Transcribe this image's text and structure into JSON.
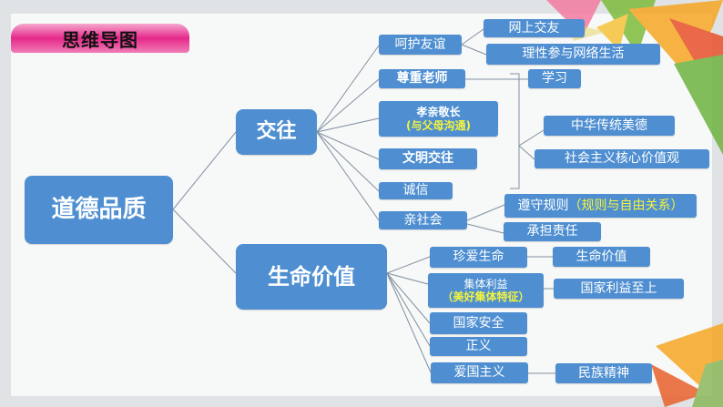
{
  "title": "思维导图",
  "root": "道德品质",
  "branches": {
    "jiaowang": {
      "label": "交往",
      "children": {
        "c1": "呵护友谊",
        "c1a": "网上交友",
        "c1b": "理性参与网络生活",
        "c2": "尊重老师",
        "c2a": "学习",
        "c3": "孝亲敬长",
        "c3n": "(与父母沟通)",
        "c4": "文明交往",
        "c5": "诚信",
        "shared1": "中华传统美德",
        "shared2": "社会主义核心价值观",
        "c6": "亲社会",
        "c6a": "遵守规则",
        "c6an": "（规则与自由关系）",
        "c6b": "承担责任"
      }
    },
    "shengming": {
      "label": "生命价值",
      "children": {
        "d1": "珍爱生命",
        "d1a": "生命价值",
        "d2": "集体利益",
        "d2n": "（美好集体特征）",
        "d2a": "国家利益至上",
        "d3": "国家安全",
        "d4": "正义",
        "d5": "爱国主义",
        "d5a": "民族精神"
      }
    }
  },
  "colors": {
    "box": "#4f8fd1",
    "note": "#f4f43a",
    "banner": "#e6288a"
  }
}
